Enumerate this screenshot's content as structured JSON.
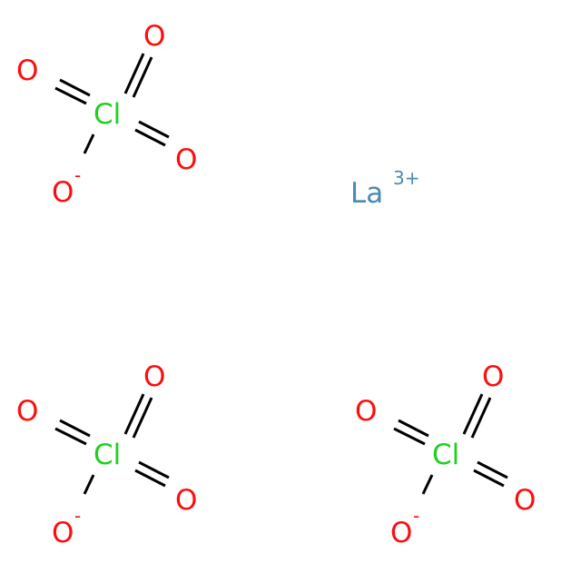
{
  "colors": {
    "oxygen": "#ff0d0d",
    "chlorine": "#1fd01f",
    "lanthanum": "#4b8ab2",
    "bond": "#000000"
  },
  "cation": {
    "symbol": "La",
    "charge": "3+"
  },
  "anions": [
    {
      "central": "Cl",
      "double_o": [
        "O",
        "O",
        "O"
      ],
      "single_o": "O",
      "charge": "-"
    },
    {
      "central": "Cl",
      "double_o": [
        "O",
        "O",
        "O"
      ],
      "single_o": "O",
      "charge": "-"
    },
    {
      "central": "Cl",
      "double_o": [
        "O",
        "O",
        "O"
      ],
      "single_o": "O",
      "charge": "-"
    }
  ]
}
